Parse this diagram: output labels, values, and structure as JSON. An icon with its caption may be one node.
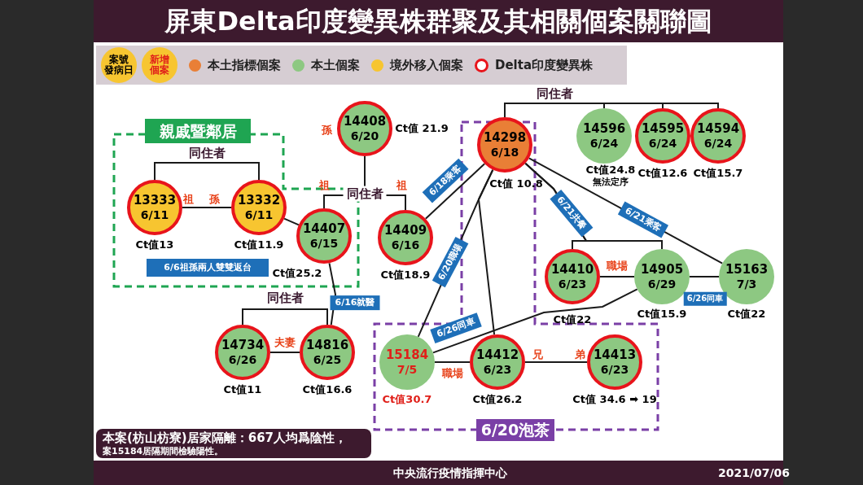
{
  "diagram": {
    "title": "屏東Delta印度變異株群聚及其相關個案關聯圖",
    "nodes": [
      {
        "text": [
          "案號",
          "發病日"
        ]
      },
      {
        "text": [
          "新增",
          "個案"
        ]
      },
      {
        "text": [
          "親戚暨鄰居"
        ]
      },
      {
        "text": [
          "13333",
          "6/11"
        ],
        "in": 2,
        "beside": [
          "Ct值13"
        ]
      },
      {
        "text": [
          "13332",
          "6/11"
        ],
        "in": 2,
        "beside": [
          "Ct值11.9"
        ]
      },
      {
        "text": [
          "6/6祖孫兩人雙雙返台"
        ],
        "in": 2
      },
      {
        "text": [
          "14407",
          "6/15"
        ],
        "in": 2,
        "beside": [
          "Ct值25.2"
        ]
      },
      {
        "text": [
          "14408",
          "6/20"
        ],
        "beside": [
          "Ct值 21.9"
        ]
      },
      {
        "text": [
          "14409",
          "6/16"
        ],
        "beside": [
          "Ct值18.9"
        ]
      },
      {
        "text": [
          "6/20泡茶"
        ]
      },
      {
        "text": [
          "14298",
          "6/18"
        ],
        "in": 9,
        "beside": [
          "Ct值 10.8"
        ]
      },
      {
        "text": [
          "14596",
          "6/24"
        ],
        "beside": [
          "Ct值24.8",
          "無法定序"
        ]
      },
      {
        "text": [
          "14595",
          "6/24"
        ],
        "beside": [
          "Ct值12.6"
        ]
      },
      {
        "text": [
          "14594",
          "6/24"
        ],
        "beside": [
          "Ct值15.7"
        ]
      },
      {
        "text": [
          "14410",
          "6/23"
        ],
        "beside": [
          "Ct值22"
        ]
      },
      {
        "text": [
          "14905",
          "6/29"
        ],
        "beside": [
          "Ct值15.9"
        ]
      },
      {
        "text": [
          "15163",
          "7/3"
        ],
        "beside": [
          "Ct值22"
        ]
      },
      {
        "text": [
          "14734",
          "6/26"
        ],
        "beside": [
          "Ct值11"
        ]
      },
      {
        "text": [
          "14816",
          "6/25"
        ],
        "beside": [
          "Ct值16.6"
        ]
      },
      {
        "text": [
          "15184",
          "7/5"
        ],
        "in": 9,
        "beside": [
          "Ct值30.7"
        ]
      },
      {
        "text": [
          "14412",
          "6/23"
        ],
        "in": 9,
        "beside": [
          "Ct值26.2"
        ]
      },
      {
        "text": [
          "14413",
          "6/23"
        ],
        "in": 9,
        "beside": [
          "Ct值 34.6 ➡ 19"
        ]
      },
      {
        "text": [
          "**本案(枋山枋寮)居家隔離**：667人均爲陰性，",
          "案**15184**居隔期間檢驗陽性。"
        ]
      }
    ],
    "edges": [
      {
        "from": 3,
        "to": 4,
        "arrow": "none",
        "label": "同住者"
      },
      {
        "from": 3,
        "to": 4,
        "arrow": "none"
      },
      {
        "from": 4,
        "to": 6,
        "arrow": "none"
      },
      {
        "from": 7,
        "to": 6,
        "arrow": "none",
        "label": "同住者"
      },
      {
        "from": 7,
        "to": 8,
        "arrow": "none"
      },
      {
        "from": 8,
        "to": 10,
        "arrow": "none",
        "label": "6/18乘客"
      },
      {
        "from": 6,
        "to": 18,
        "arrow": "none",
        "label": "6/16就醫"
      },
      {
        "from": 17,
        "to": 18,
        "arrow": "none",
        "label": "同住者"
      },
      {
        "from": 17,
        "to": 18,
        "arrow": "none",
        "label": "夫妻"
      },
      {
        "from": 10,
        "to": 11,
        "arrow": "none",
        "label": "同住者"
      },
      {
        "from": 10,
        "to": 12,
        "arrow": "none"
      },
      {
        "from": 10,
        "to": 13,
        "arrow": "none"
      },
      {
        "from": 10,
        "to": 19,
        "arrow": "none",
        "label": "6/20職場"
      },
      {
        "from": 10,
        "to": 20,
        "arrow": "none"
      },
      {
        "from": 10,
        "to": 14,
        "arrow": "none",
        "label": "6/21共餐"
      },
      {
        "from": 10,
        "to": 15,
        "arrow": "none"
      },
      {
        "from": 10,
        "to": 16,
        "arrow": "none",
        "label": "6/21乘客"
      },
      {
        "from": 14,
        "to": 15,
        "arrow": "none",
        "label": "職場"
      },
      {
        "from": 15,
        "to": 16,
        "arrow": "none",
        "label": "6/26同車"
      },
      {
        "from": 15,
        "to": 19,
        "arrow": "none",
        "label": "6/26同車"
      },
      {
        "from": 19,
        "to": 20,
        "arrow": "none",
        "label": "職場"
      },
      {
        "from": 20,
        "to": 21,
        "arrow": "none"
      }
    ],
    "labels": [
      "孫",
      "祖",
      "祖",
      "祖",
      "孫",
      "兄",
      "弟",
      "中央流行疫情指揮中心",
      "2021/07/06"
    ],
    "legend": [
      {
        "text": "本土指標個案",
        "color": "#e97f36"
      },
      {
        "text": "本土個案",
        "color": "#8dc882"
      },
      {
        "text": "境外移入個案",
        "color": "#f7c530"
      },
      {
        "text": "Delta印度變異株"
      }
    ]
  }
}
